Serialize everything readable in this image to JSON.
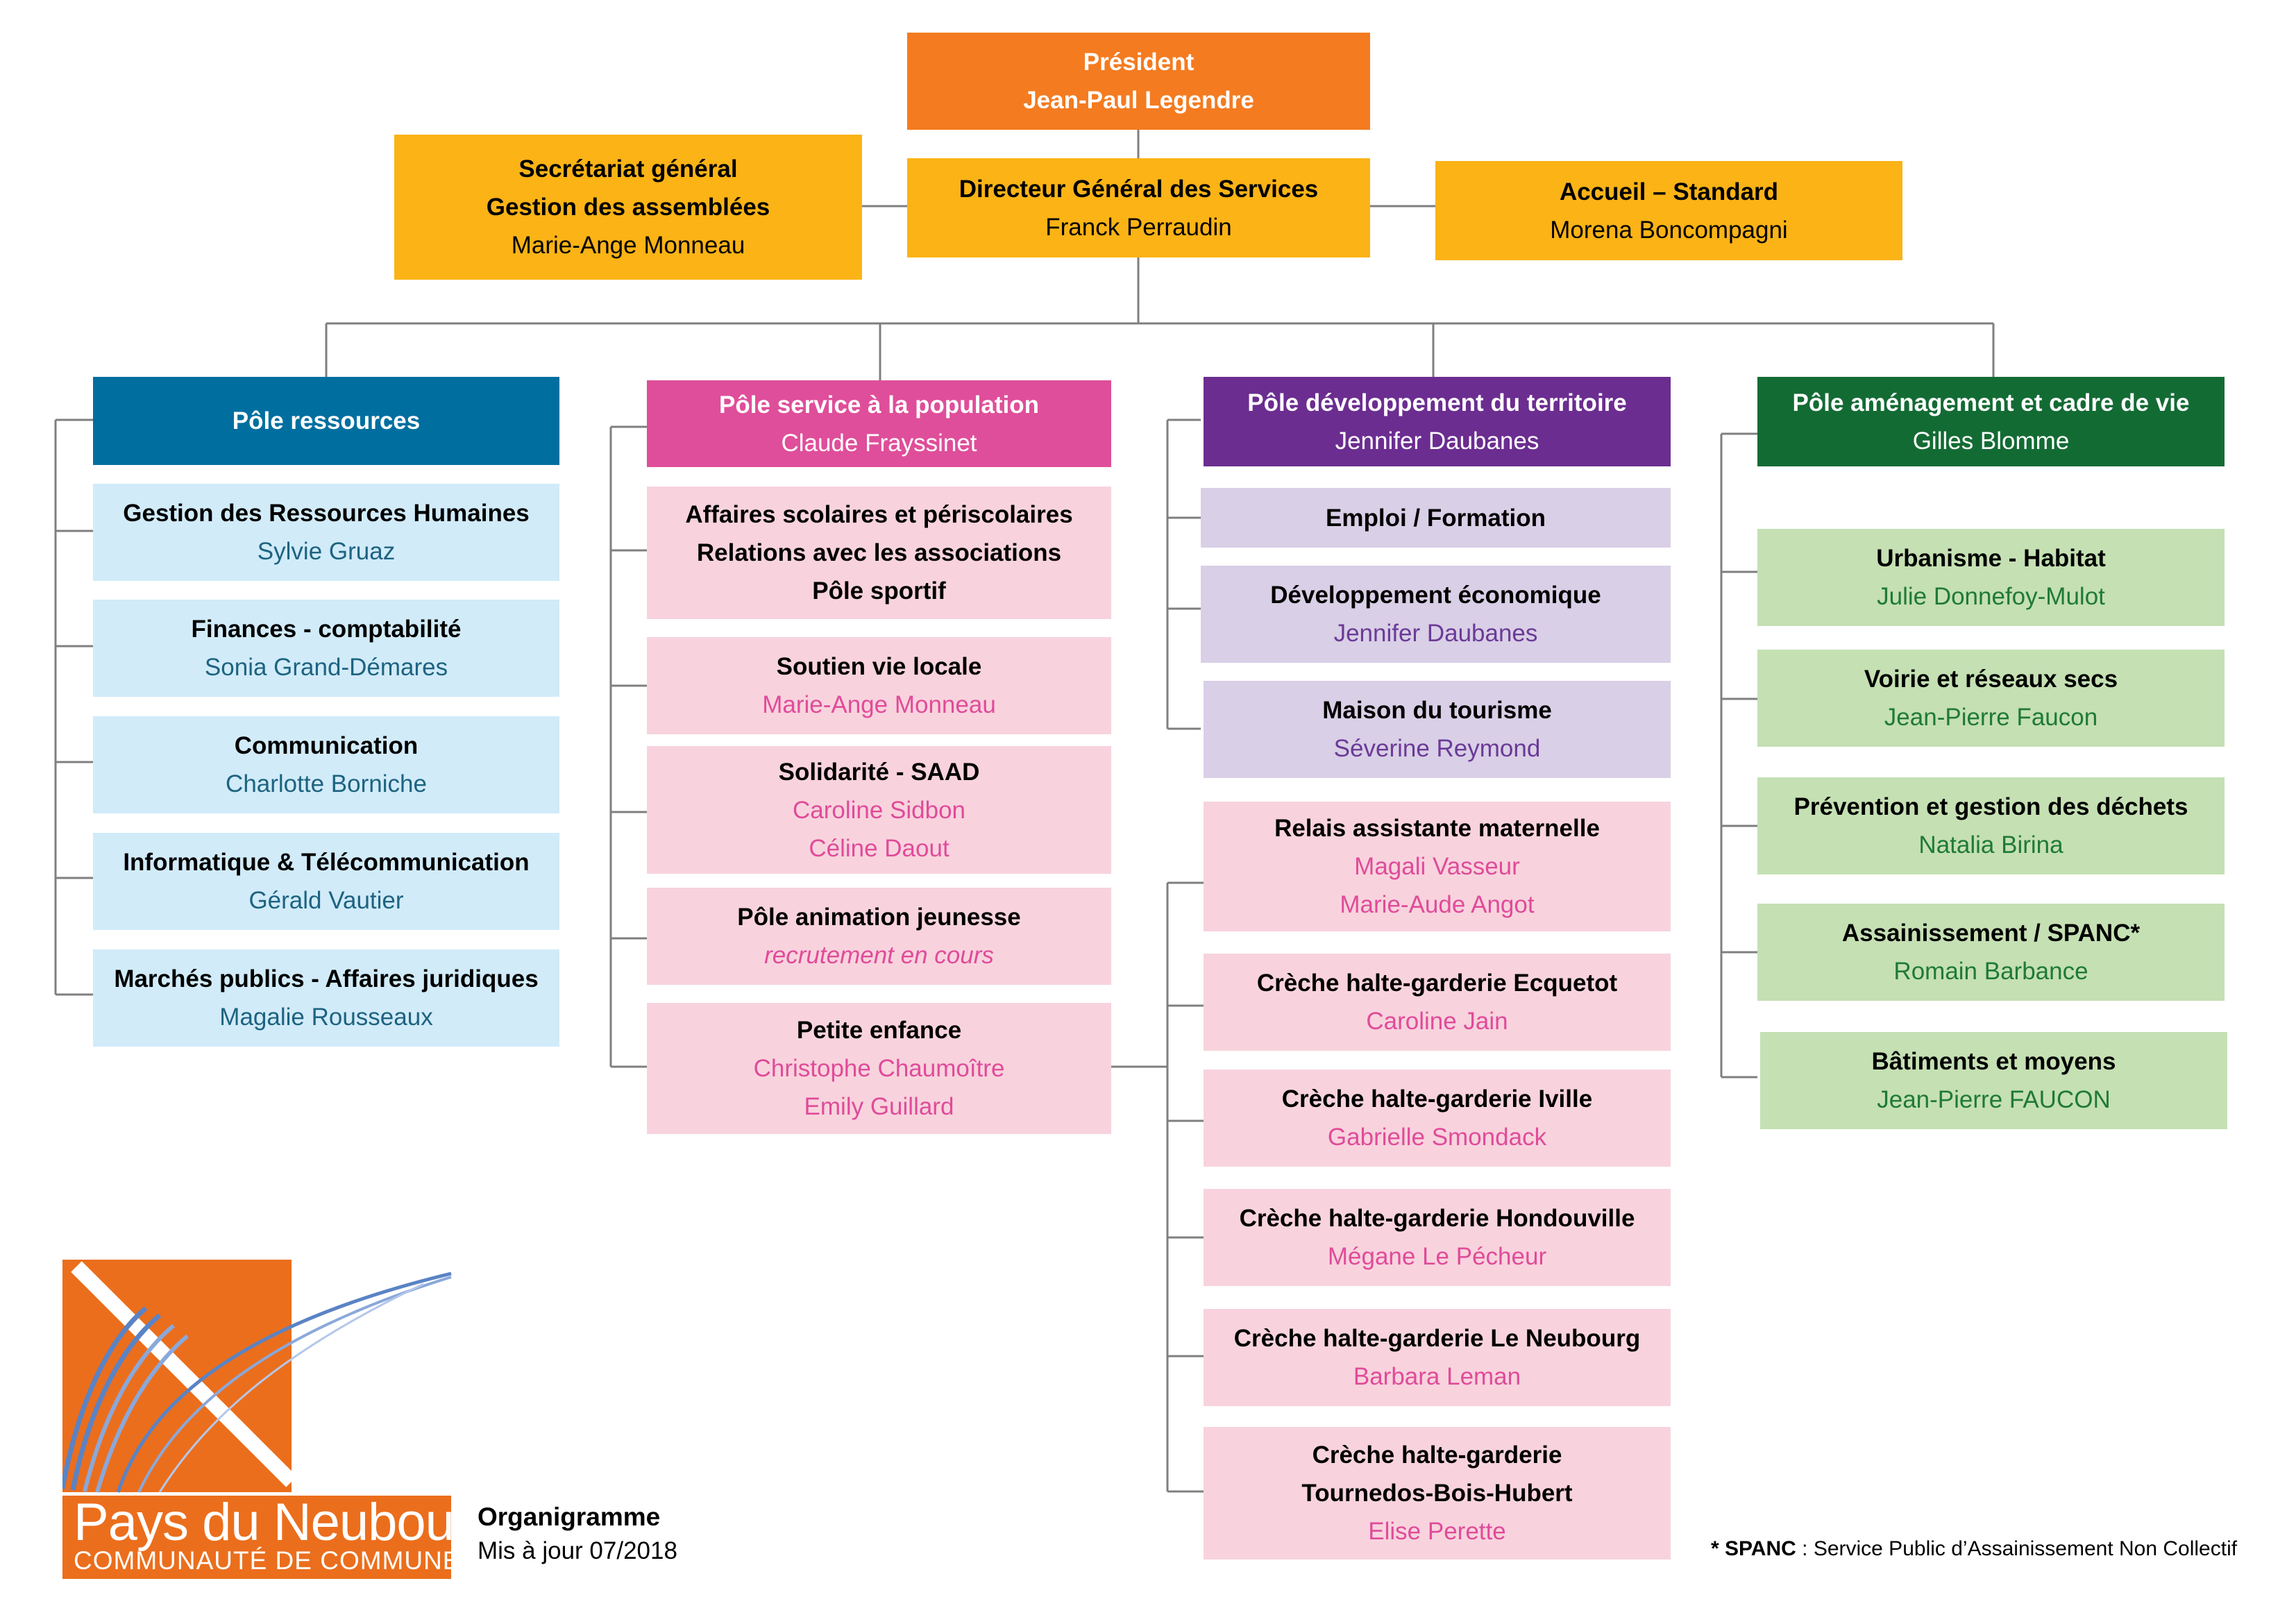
{
  "colors": {
    "president": "#f47b20",
    "direction": "#fbb316",
    "ressources_head": "#006f9f",
    "ressources_sub": "#d1ebf9",
    "ressources_sub_name": "#1d6380",
    "population_head": "#df4e9a",
    "population_sub": "#f8d3dd",
    "population_sub_name": "#e04b9a",
    "territoire_head": "#6b2d90",
    "territoire_sub": "#d9cfe6",
    "territoire_sub_name": "#6b3a97",
    "amenagement_head": "#136b34",
    "amenagement_sub": "#c5e0b3",
    "amenagement_sub_name": "#1f7a37",
    "line": "#7f7f7f",
    "logo_orange": "#eb6e1c",
    "logo_blue": "#5a83c5"
  },
  "top": {
    "president": {
      "title": "Président",
      "name": "Jean-Paul Legendre"
    },
    "dgs": {
      "title": "Directeur Général des Services",
      "name": "Franck Perraudin"
    },
    "secretariat": {
      "title1": "Secrétariat général",
      "title2": "Gestion des assemblées",
      "name": "Marie-Ange Monneau"
    },
    "accueil": {
      "title": "Accueil – Standard",
      "name": "Morena Boncompagni"
    }
  },
  "poles": {
    "ressources": {
      "title": "Pôle ressources",
      "services": [
        {
          "title": "Gestion des Ressources Humaines",
          "name": "Sylvie Gruaz"
        },
        {
          "title": "Finances - comptabilité",
          "name": "Sonia Grand-Démares"
        },
        {
          "title": "Communication",
          "name": "Charlotte Borniche"
        },
        {
          "title": "Informatique & Télécommunication",
          "name": "Gérald Vautier"
        },
        {
          "title": "Marchés publics - Affaires juridiques",
          "name": "Magalie Rousseaux"
        }
      ]
    },
    "population": {
      "title": "Pôle service à la population",
      "name": "Claude Frayssinet",
      "services": [
        {
          "lines": [
            "Affaires scolaires et périscolaires",
            "Relations avec les associations",
            "Pôle sportif"
          ]
        },
        {
          "title": "Soutien vie locale",
          "names": [
            "Marie-Ange Monneau"
          ]
        },
        {
          "title": "Solidarité - SAAD",
          "names": [
            "Caroline Sidbon",
            "Céline Daout"
          ]
        },
        {
          "title": "Pôle animation jeunesse",
          "note": "recrutement en cours"
        },
        {
          "title": "Petite enfance",
          "names": [
            "Christophe Chaumoître",
            "Emily Guillard"
          ]
        }
      ]
    },
    "petite_enfance": [
      {
        "title": "Relais assistante maternelle",
        "names": [
          "Magali Vasseur",
          "Marie-Aude Angot"
        ]
      },
      {
        "title": "Crèche halte-garderie Ecquetot",
        "names": [
          "Caroline Jain"
        ]
      },
      {
        "title": "Crèche halte-garderie Iville",
        "names": [
          "Gabrielle Smondack"
        ]
      },
      {
        "title": "Crèche halte-garderie Hondouville",
        "names": [
          "Mégane Le Pécheur"
        ]
      },
      {
        "title": "Crèche halte-garderie Le Neubourg",
        "names": [
          "Barbara Leman"
        ]
      },
      {
        "lines": [
          "Crèche halte-garderie",
          "Tournedos-Bois-Hubert"
        ],
        "names": [
          "Elise Perette"
        ]
      }
    ],
    "territoire": {
      "title": "Pôle développement du territoire",
      "name": "Jennifer Daubanes",
      "services": [
        {
          "title": "Emploi / Formation"
        },
        {
          "title": "Développement économique",
          "name": "Jennifer Daubanes"
        },
        {
          "title": "Maison du tourisme",
          "name": "Séverine Reymond"
        }
      ]
    },
    "amenagement": {
      "title": "Pôle aménagement et cadre de vie",
      "name": "Gilles Blomme",
      "services": [
        {
          "title": "Urbanisme - Habitat",
          "name": "Julie Donnefoy-Mulot"
        },
        {
          "title": "Voirie et réseaux secs",
          "name": "Jean-Pierre Faucon"
        },
        {
          "title": "Prévention et gestion des déchets",
          "name": "Natalia Birina"
        },
        {
          "title": "Assainissement / SPANC*",
          "name": "Romain Barbance"
        },
        {
          "title": "Bâtiments et moyens",
          "name": "Jean-Pierre FAUCON"
        }
      ]
    }
  },
  "logo": {
    "line1": "Pays du Neubourg",
    "line2": "COMMUNAUTÉ DE COMMUNES"
  },
  "footer": {
    "title": "Organigramme",
    "date": "Mis à jour 07/2018",
    "footnote_label": "* SPANC",
    "footnote_text": " : Service Public d’Assainissement Non Collectif"
  }
}
